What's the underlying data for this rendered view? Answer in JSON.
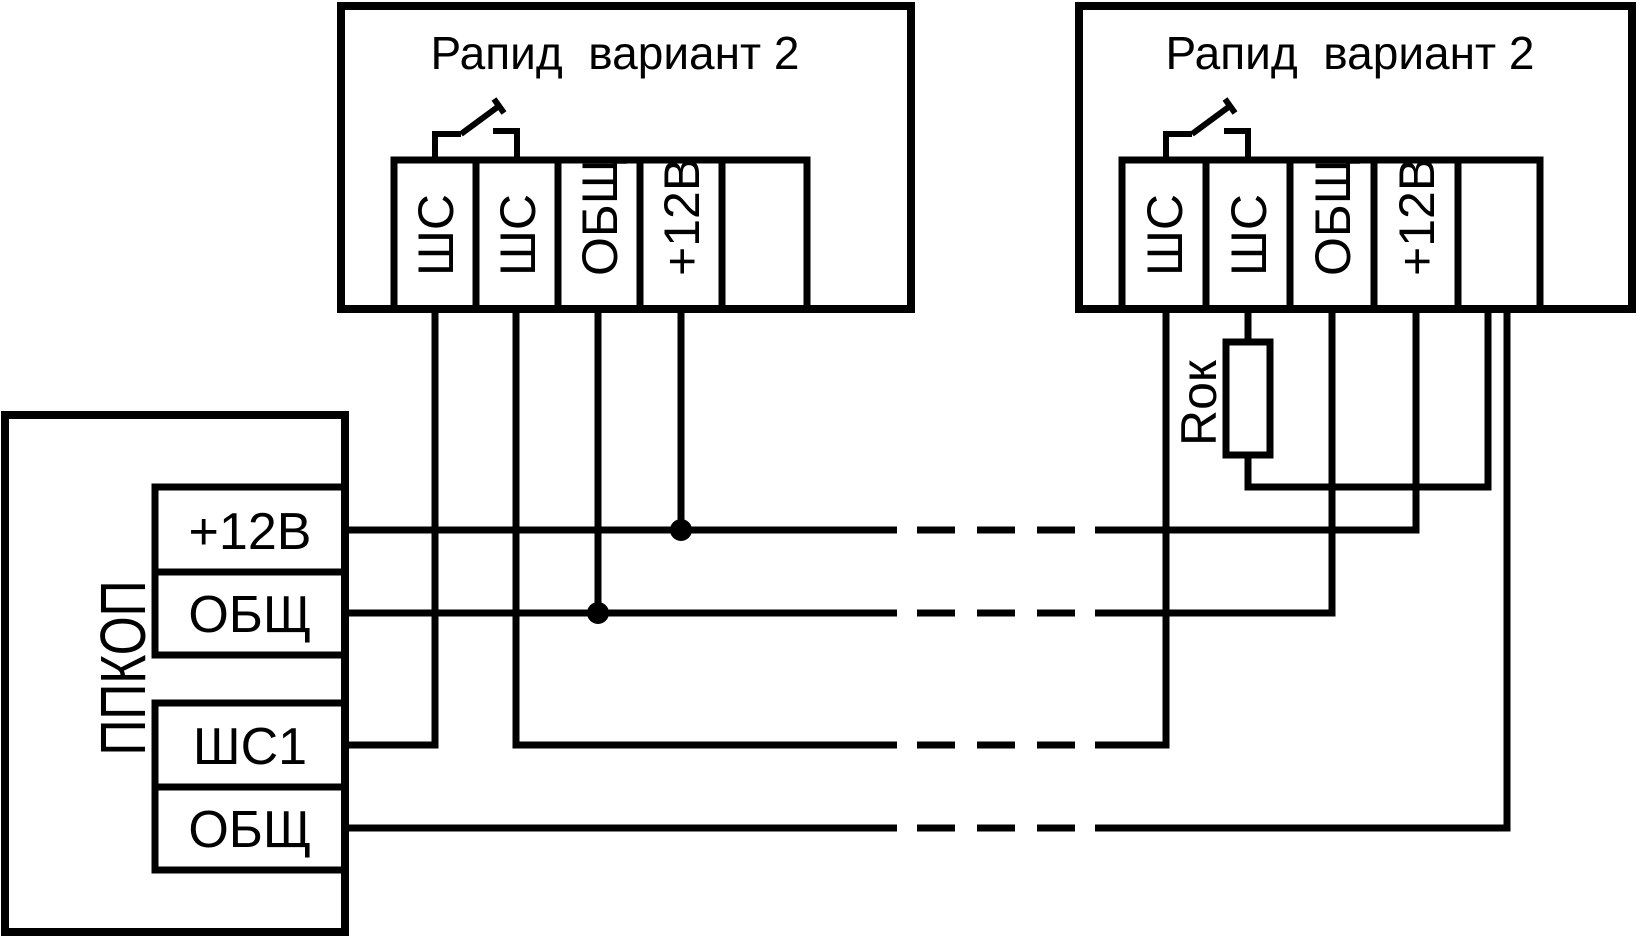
{
  "diagram": {
    "bg_color": "#ffffff",
    "line_color": "#000000",
    "left_device": {
      "title": "Рапид  вариант 2",
      "terminals": [
        "ШС",
        "ШС",
        "ОБЩ",
        "+12В",
        ""
      ]
    },
    "right_device": {
      "title": "Рапид  вариант 2",
      "terminals": [
        "ШС",
        "ШС",
        "ОБЩ",
        "+12В",
        ""
      ],
      "resistor_label": "Rок"
    },
    "panel": {
      "title": "ППКОП",
      "terminals": [
        "+12В",
        "ОБЩ",
        "ШС1",
        "ОБЩ"
      ]
    }
  }
}
